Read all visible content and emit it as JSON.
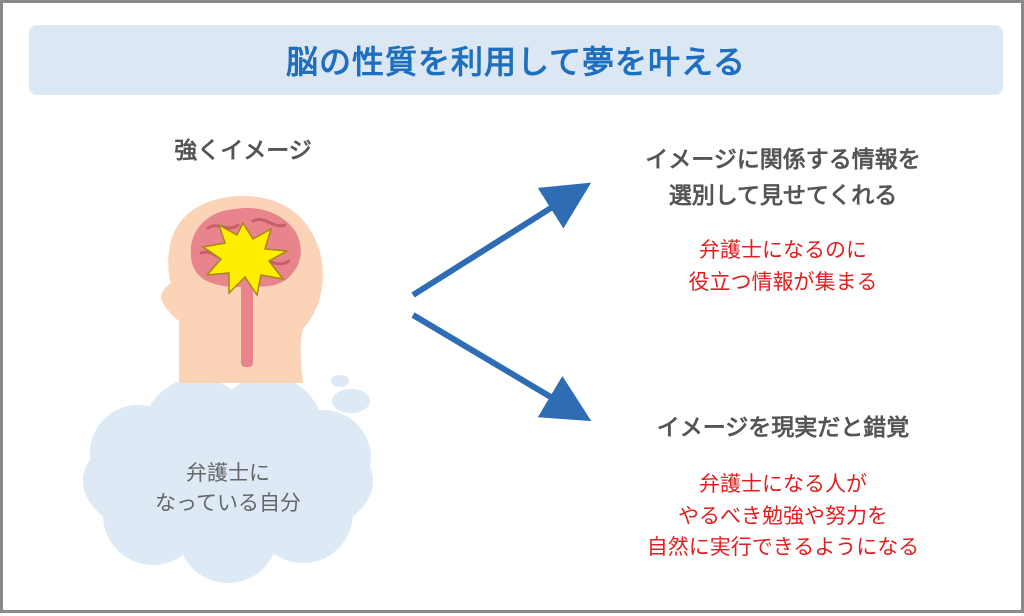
{
  "title": "脳の性質を利用して夢を叶える",
  "left": {
    "heading": "強くイメージ",
    "thought": [
      "弁護士に",
      "なっている自分"
    ]
  },
  "outcomes": [
    {
      "title": [
        "イメージに関係する情報を",
        "選別して見せてくれる"
      ],
      "body": [
        "弁護士になるのに",
        "役立つ情報が集まる"
      ]
    },
    {
      "title": [
        "イメージを現実だと錯覚"
      ],
      "body": [
        "弁護士になる人が",
        "やるべき勉強や努力を",
        "自然に実行できるようになる"
      ]
    }
  ],
  "colors": {
    "title_bg": "#dbe7f3",
    "title_text": "#1f6fbf",
    "heading_text": "#555555",
    "highlight_text": "#e02020",
    "arrow": "#2e6db4",
    "cloud": "#dde9f5",
    "skin": "#fbd3b6",
    "brain": "#e8848c",
    "spark": "#ffee00"
  },
  "icons": {
    "head": "human-head-with-brain-icon",
    "spark": "burst-spark-icon",
    "thought": "thought-cloud-icon",
    "arrow": "arrow-right-icon"
  }
}
